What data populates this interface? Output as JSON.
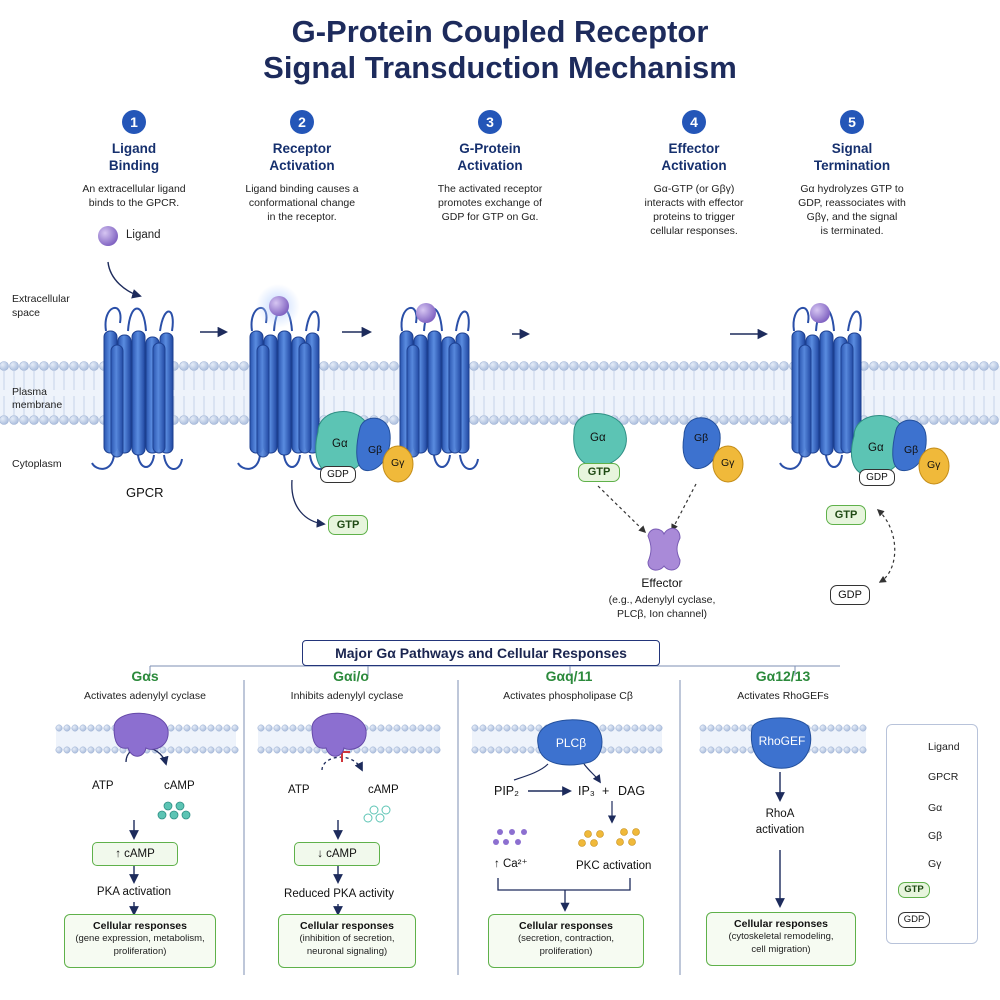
{
  "title_line1": "G-Protein Coupled Receptor",
  "title_line2": "Signal Transduction Mechanism",
  "steps": [
    {
      "num": "1",
      "title1": "Ligand",
      "title2": "Binding",
      "desc1": "An extracellular ligand",
      "desc2": "binds to the GPCR.",
      "desc3": "",
      "desc4": ""
    },
    {
      "num": "2",
      "title1": "Receptor",
      "title2": "Activation",
      "desc1": "Ligand binding causes a",
      "desc2": "conformational change",
      "desc3": "in the receptor.",
      "desc4": ""
    },
    {
      "num": "3",
      "title1": "G-Protein",
      "title2": "Activation",
      "desc1": "The activated receptor",
      "desc2": "promotes exchange of",
      "desc3": "GDP for GTP on Gα.",
      "desc4": ""
    },
    {
      "num": "4",
      "title1": "Effector",
      "title2": "Activation",
      "desc1": "Gα-GTP (or Gβγ)",
      "desc2": "interacts with effector",
      "desc3": "proteins to trigger",
      "desc4": "cellular responses."
    },
    {
      "num": "5",
      "title1": "Signal",
      "title2": "Termination",
      "desc1": "Gα hydrolyzes GTP to",
      "desc2": "GDP, reassociates with",
      "desc3": "Gβγ, and the signal",
      "desc4": "is terminated."
    }
  ],
  "regions": {
    "extracellular1": "Extracellular",
    "extracellular2": "space",
    "membrane1": "Plasma",
    "membrane2": "membrane",
    "cytoplasm": "Cytoplasm"
  },
  "ligand_label": "Ligand",
  "gpcr_label": "GPCR",
  "subunits": {
    "ga": "Gα",
    "gb": "Gβ",
    "gg": "Gγ",
    "gdp": "GDP",
    "gtp": "GTP"
  },
  "effector": {
    "title": "Effector",
    "line1": "(e.g., Adenylyl cyclase,",
    "line2": "PLCβ, Ion channel)"
  },
  "pathways_title": "Major Gα Pathways and Cellular Responses",
  "pathways": [
    {
      "name": "Gαs",
      "sub": "Activates adenylyl cyclase",
      "sub_left": "ATP",
      "sub_right": "cAMP",
      "box": "↑ cAMP",
      "next": "PKA activation",
      "resp_title": "Cellular responses",
      "resp1": "(gene expression, metabolism,",
      "resp2": "proliferation)"
    },
    {
      "name": "Gαi/o",
      "sub": "Inhibits adenylyl cyclase",
      "sub_left": "ATP",
      "sub_right": "cAMP",
      "box": "↓ cAMP",
      "next": "Reduced PKA activity",
      "resp_title": "Cellular responses",
      "resp1": "(inhibition of secretion,",
      "resp2": "neuronal signaling)"
    },
    {
      "name": "Gαq/11",
      "sub": "Activates phospholipase Cβ",
      "enzyme": "PLCβ",
      "pip2": "PIP₂",
      "ip3": "IP₃",
      "plus": "+",
      "dag": "DAG",
      "ca": "↑ Ca²⁺",
      "pkc": "PKC activation",
      "resp_title": "Cellular responses",
      "resp1": "(secretion, contraction,",
      "resp2": "proliferation)"
    },
    {
      "name": "Gα12/13",
      "sub": "Activates RhoGEFs",
      "enzyme": "RhoGEF",
      "next1": "RhoA",
      "next2": "activation",
      "resp_title": "Cellular responses",
      "resp1": "(cytoskeletal remodeling,",
      "resp2": "cell migration)"
    }
  ],
  "legend": [
    {
      "icon": "ligand-icon",
      "label": "Ligand"
    },
    {
      "icon": "gpcr-icon",
      "label": "GPCR"
    },
    {
      "icon": "galpha-icon",
      "label": "Gα"
    },
    {
      "icon": "gbeta-icon",
      "label": "Gβ"
    },
    {
      "icon": "ggamma-icon",
      "label": "Gγ"
    },
    {
      "icon": "gtp-icon",
      "label": "GTP"
    },
    {
      "icon": "gdp-icon",
      "label": "GDP"
    }
  ],
  "colors": {
    "receptor": "#2f63c8",
    "ligand": "#9a7fd0",
    "galpha": "#5cc4b4",
    "gbeta": "#3d72cf",
    "ggamma": "#f0b93a",
    "gtp_border": "#5fb14a",
    "effector": "#a98ad8",
    "title": "#1d2b5c"
  }
}
